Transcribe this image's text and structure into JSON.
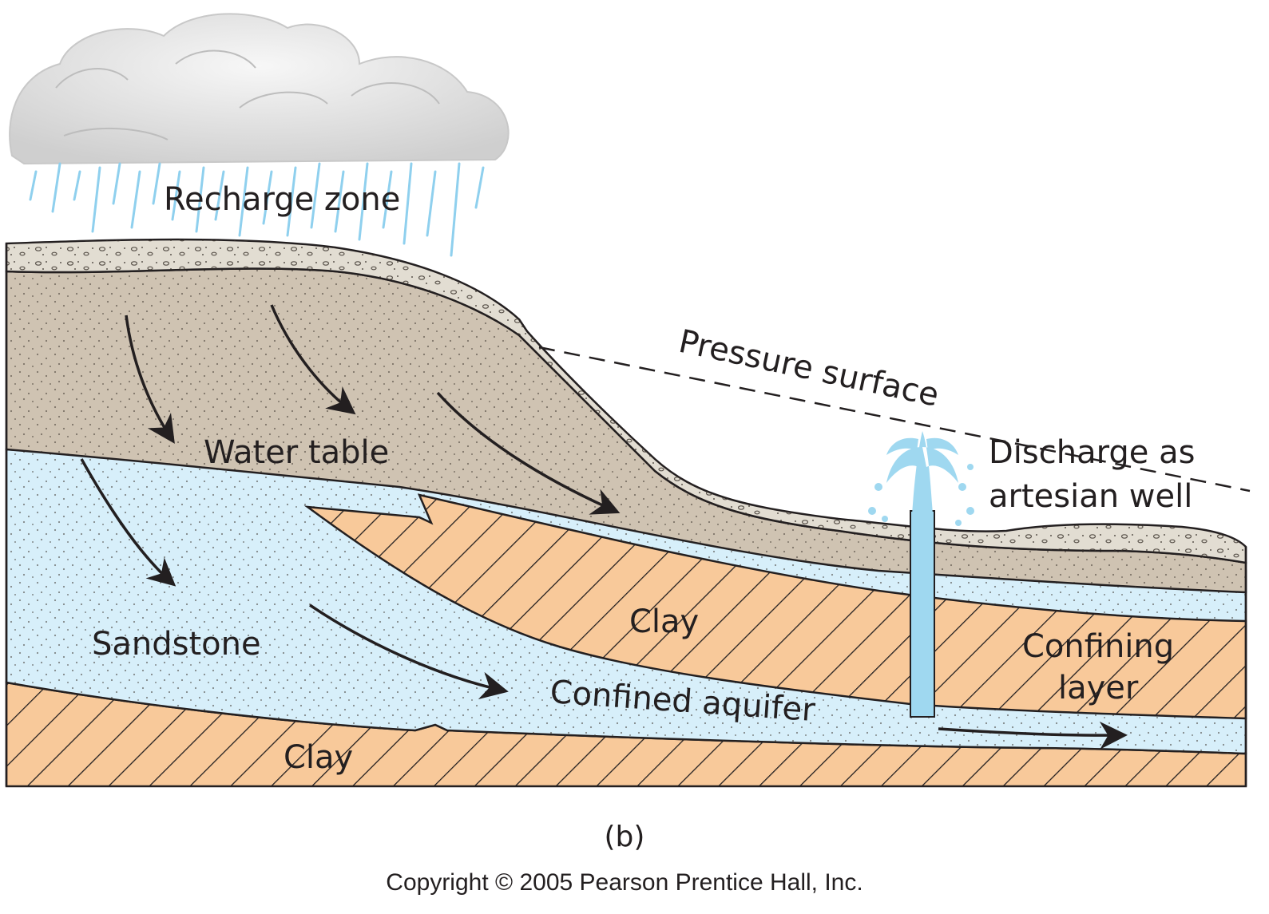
{
  "labels": {
    "recharge_zone": "Recharge zone",
    "pressure_surface": "Pressure surface",
    "discharge_line1": "Discharge as",
    "discharge_line2": "artesian well",
    "water_table": "Water table",
    "sandstone": "Sandstone",
    "clay_middle": "Clay",
    "clay_bottom": "Clay",
    "confining_line1": "Confining",
    "confining_line2": "layer",
    "confined_aquifer": "Confined aquifer"
  },
  "caption": "(b)",
  "copyright": "Copyright © 2005 Pearson Prentice Hall, Inc.",
  "colors": {
    "soil": "#cfc3b2",
    "topsoil": "#e2ddd2",
    "aquifer": "#d7effa",
    "clay": "#f8c99a",
    "water": "#9fd8f0",
    "rain": "#8fd0ee",
    "cloud": "#e4e4e4",
    "ink": "#231f20"
  }
}
